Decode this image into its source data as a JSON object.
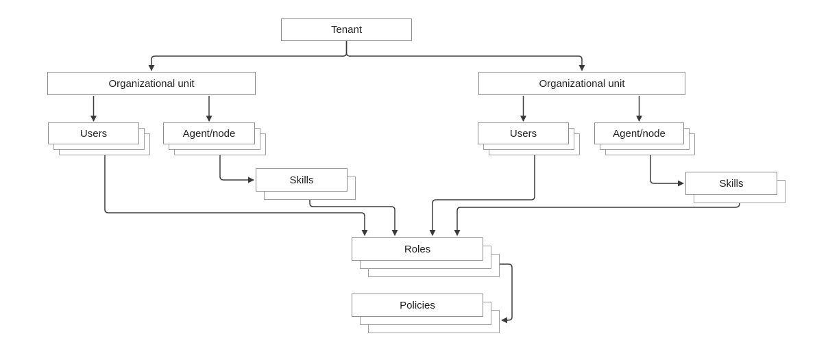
{
  "diagram": {
    "type": "hierarchy",
    "nodes": {
      "tenant": {
        "label": "Tenant",
        "stacked": false
      },
      "org_unit_left": {
        "label": "Organizational unit",
        "stacked": false
      },
      "org_unit_right": {
        "label": "Organizational unit",
        "stacked": false
      },
      "users_left": {
        "label": "Users",
        "stacked": true
      },
      "agent_node_left": {
        "label": "Agent/node",
        "stacked": true
      },
      "skills_left": {
        "label": "Skills",
        "stacked": true
      },
      "users_right": {
        "label": "Users",
        "stacked": true
      },
      "agent_node_right": {
        "label": "Agent/node",
        "stacked": true
      },
      "skills_right": {
        "label": "Skills",
        "stacked": true
      },
      "roles": {
        "label": "Roles",
        "stacked": true
      },
      "policies": {
        "label": "Policies",
        "stacked": true
      }
    },
    "edges": [
      {
        "from": "tenant",
        "to": "org_unit_left"
      },
      {
        "from": "tenant",
        "to": "org_unit_right"
      },
      {
        "from": "org_unit_left",
        "to": "users_left"
      },
      {
        "from": "org_unit_left",
        "to": "agent_node_left"
      },
      {
        "from": "agent_node_left",
        "to": "skills_left"
      },
      {
        "from": "users_left",
        "to": "roles"
      },
      {
        "from": "skills_left",
        "to": "roles"
      },
      {
        "from": "org_unit_right",
        "to": "users_right"
      },
      {
        "from": "org_unit_right",
        "to": "agent_node_right"
      },
      {
        "from": "agent_node_right",
        "to": "skills_right"
      },
      {
        "from": "users_right",
        "to": "roles"
      },
      {
        "from": "skills_right",
        "to": "roles"
      },
      {
        "from": "roles",
        "to": "policies"
      }
    ],
    "colors": {
      "background": "#ffffff",
      "box_border": "#8c8c8c",
      "stack_border": "#9e9e9e",
      "connector": "#3a3a3a",
      "text": "#1f1f1f"
    }
  }
}
